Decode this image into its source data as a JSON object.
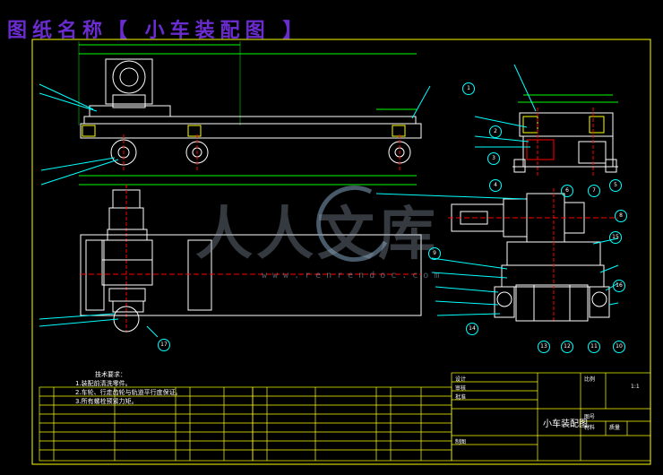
{
  "title": "图纸名称【 小车装配图 】",
  "drawing_title": "小车装配图",
  "watermark": {
    "cn": "人人文库",
    "url": "www.renrendoc.com"
  },
  "tech_notes": {
    "heading": "技术要求：",
    "lines": [
      "1.装配前清洗零件。",
      "2.车轮、行走齿轮与轨道平行度保证。",
      "3.所有螺栓预紧力矩。"
    ]
  },
  "part_numbers": [
    "1",
    "2",
    "3",
    "4",
    "5",
    "6",
    "7",
    "8",
    "9",
    "10",
    "11",
    "12",
    "13",
    "14",
    "15",
    "16",
    "17"
  ],
  "titleblock": {
    "scale_label": "比例",
    "scale_value": "1:1",
    "sheet_label": "图号",
    "material_label": "材料",
    "mass_label": "质量",
    "design_label": "设计",
    "check_label": "审核",
    "approve_label": "批准",
    "drawn_label": "制图"
  },
  "colors": {
    "frame": "#ffff00",
    "outline": "#ffffff",
    "dimension": "#00ff00",
    "leader": "#00ffff",
    "part": "#ffffff",
    "accent": "#ff0000",
    "title": "#6a2ccf"
  }
}
